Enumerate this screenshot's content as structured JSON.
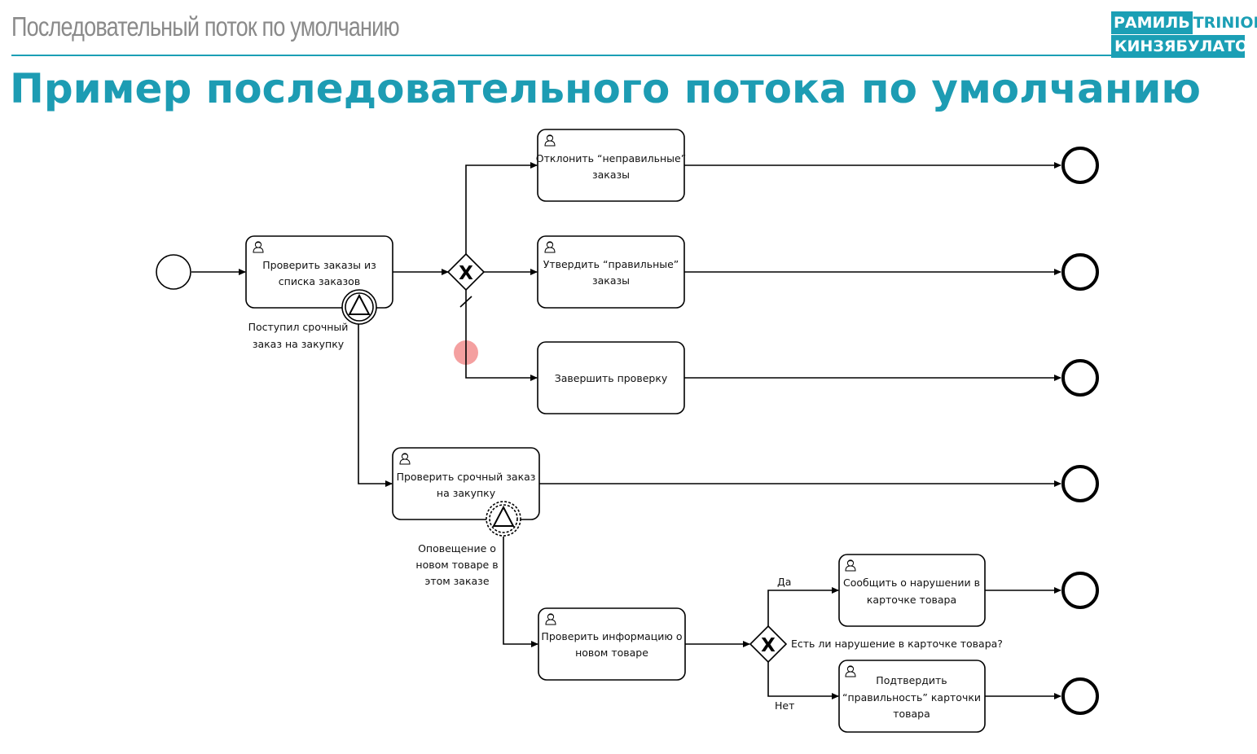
{
  "header": {
    "subtitle": "Последовательный поток по умолчанию",
    "title": "Пример последовательного потока по умолчанию",
    "logo_line1_a": "РАМИЛЬ",
    "logo_line1_b": "TRINION",
    "logo_line2": "КИНЗЯБУЛАТОВ"
  },
  "tasks": {
    "check_orders": [
      "Проверить заказы из",
      "списка заказов"
    ],
    "reject": [
      "Отклонить “неправильные”",
      "заказы"
    ],
    "approve": [
      "Утвердить “правильные”",
      "заказы"
    ],
    "finish": [
      "Завершить проверку"
    ],
    "check_urgent": [
      "Проверить срочный заказ",
      "на закупку"
    ],
    "check_info": [
      "Проверить информацию о",
      "новом товаре"
    ],
    "report": [
      "Сообщить о нарушении в",
      "карточке товара"
    ],
    "confirm": [
      "Подтвердить",
      "“правильность” карточки",
      "товара"
    ]
  },
  "labels": {
    "urgent_event": [
      "Поступил срочный",
      "заказ на закупку"
    ],
    "notify_event": [
      "Оповещение о",
      "новом товаре в",
      "этом заказе"
    ],
    "question": "Есть ли нарушение в карточке товара?",
    "yes": "Да",
    "no": "Нет",
    "gateway_marker": "X"
  },
  "colors": {
    "accent": "#1b9fb5",
    "stroke": "#000000",
    "pointer": "#f08080"
  }
}
